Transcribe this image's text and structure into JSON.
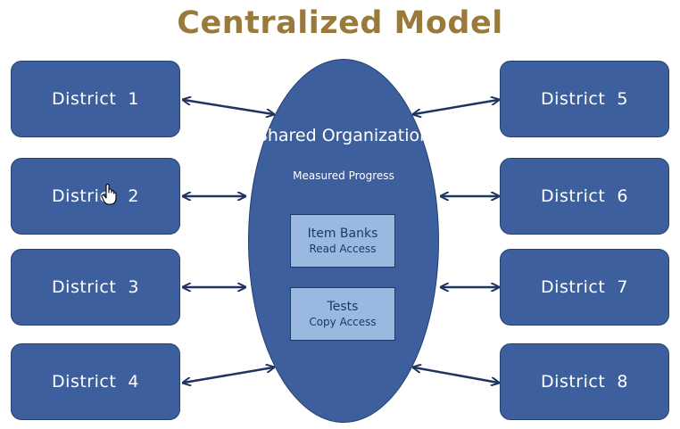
{
  "title": "Centralized Model",
  "districts": [
    "District  1",
    "District  2",
    "District  3",
    "District  4",
    "District  5",
    "District  6",
    "District  7",
    "District  8"
  ],
  "hub": {
    "title": "Shared Organization",
    "subtitle": "Measured Progress",
    "boxes": [
      {
        "line1": "Item Banks",
        "line2": "Read Access"
      },
      {
        "line1": "Tests",
        "line2": "Copy Access"
      }
    ]
  },
  "colors": {
    "title": "#9a7a3a",
    "node_fill": "#3d5f9e",
    "node_border": "#24406f",
    "inner_fill": "#9ab9e1",
    "arrow": "#1f3560"
  },
  "icons": [
    "hand-cursor-icon"
  ]
}
